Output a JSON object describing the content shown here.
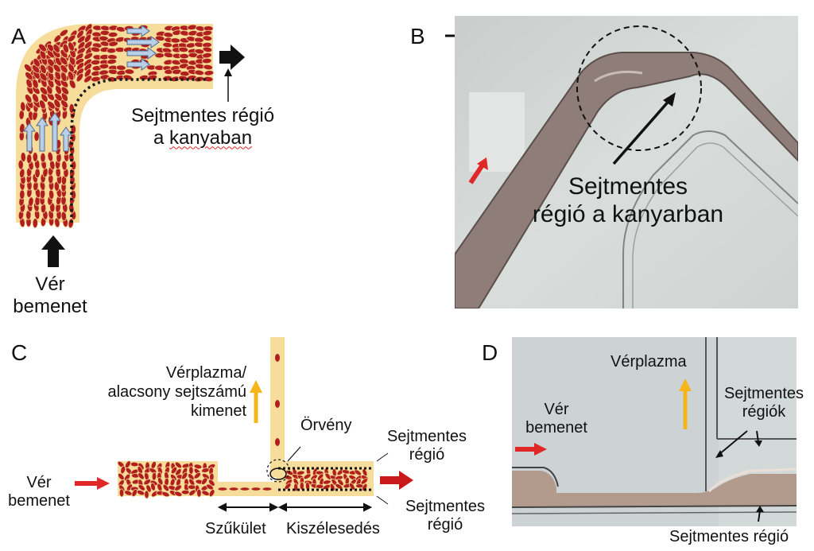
{
  "panels": {
    "a": {
      "letter": "A",
      "cell_free_label_line1": "Sejtmentes régió",
      "cell_free_label_line2_pre": "a ",
      "cell_free_label_line2_word": "kanyaban",
      "blood_input_line1": "Vér",
      "blood_input_line2": "bemenet"
    },
    "b": {
      "letter": "B",
      "cell_free_label_line1": "Sejtmentes",
      "cell_free_label_line2": "régió a kanyarban"
    },
    "c": {
      "letter": "C",
      "plasma_line1": "Vérplazma/",
      "plasma_line2": "alacsony sejtszámú",
      "plasma_line3": "kimenet",
      "vortex": "Örvény",
      "cell_free_top_line1": "Sejtmentes",
      "cell_free_top_line2": "régió",
      "cell_free_bottom_line1": "Sejtmentes",
      "cell_free_bottom_line2": "régió",
      "blood_input_line1": "Vér",
      "blood_input_line2": "bemenet",
      "constriction": "Szűkület",
      "expansion": "Kiszélesedés"
    },
    "d": {
      "letter": "D",
      "plasma": "Vérplazma",
      "blood_input_line1": "Vér",
      "blood_input_line2": "bemenet",
      "cell_free_regions_line1": "Sejtmentes",
      "cell_free_regions_line2": "régiók",
      "cell_free_bottom": "Sejtmentes régió"
    }
  },
  "colors": {
    "channel_fill": "#f6dd9c",
    "rbc": "#b01f1f",
    "red_arrow": "#e02828",
    "yellow_arrow": "#f5b51b",
    "photo_bg": "#d8dcdb",
    "photo_channel": "#8e7d78"
  }
}
